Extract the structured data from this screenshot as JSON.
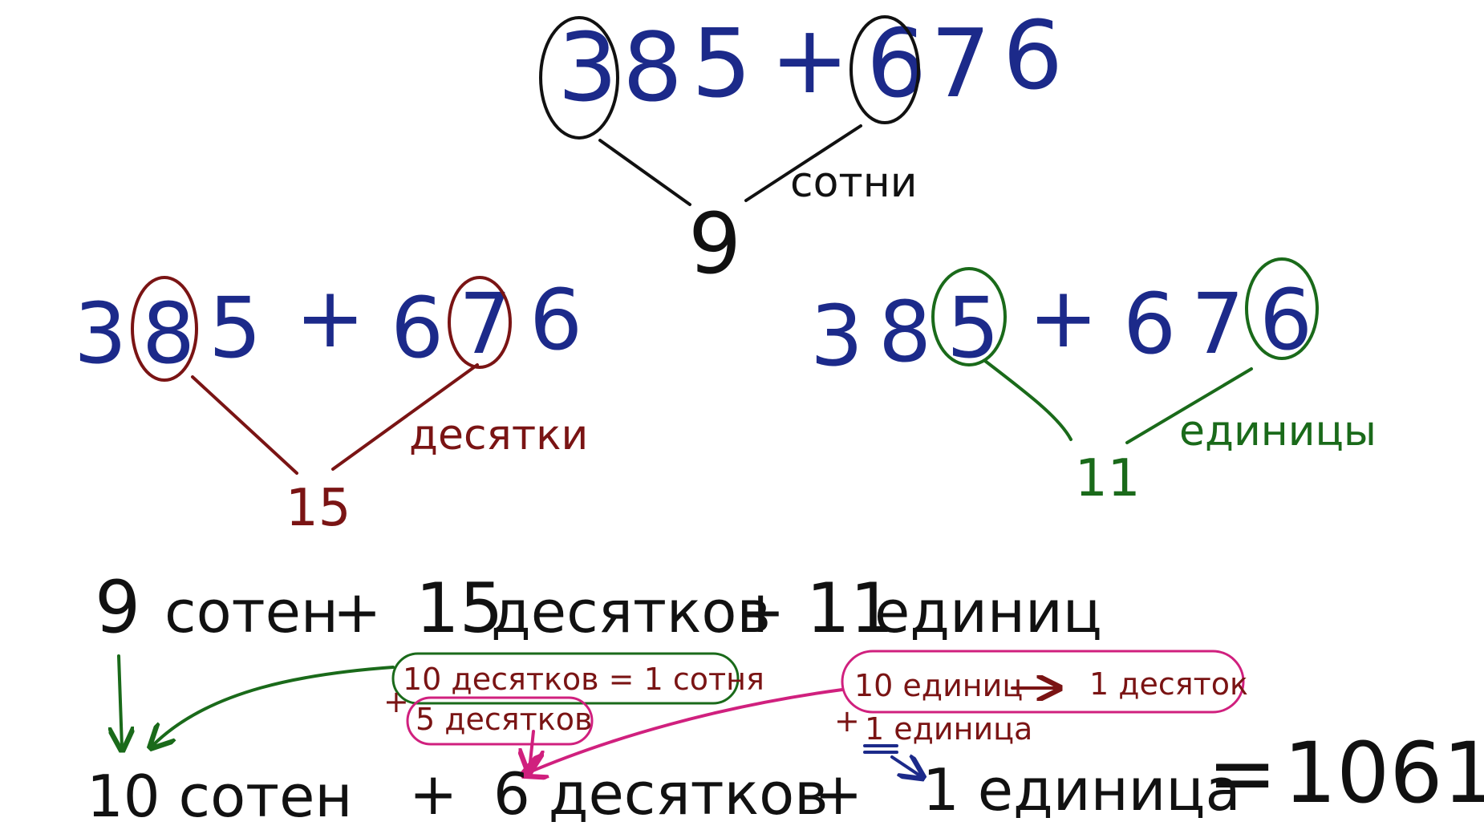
{
  "colors": {
    "digits": "#1c2a8a",
    "hundreds": "#111111",
    "tens": "#7a1414",
    "units": "#1a6a1a",
    "notes_pink": "#d0207e",
    "notes_green": "#1a6a1a"
  },
  "hundreds_panel": {
    "digits": [
      "3",
      "8",
      "5",
      "+",
      "6",
      "7",
      "6"
    ],
    "sum": "9",
    "label": "сотни"
  },
  "tens_panel": {
    "digits": [
      "3",
      "8",
      "5",
      "+",
      "6",
      "7",
      "6"
    ],
    "sum": "15",
    "label": "десятки"
  },
  "units_panel": {
    "digits": [
      "3",
      "8",
      "5",
      "+",
      "6",
      "7",
      "6"
    ],
    "sum": "11",
    "label": "единицы"
  },
  "first_row": {
    "hundreds_num": "9",
    "hundreds_word": "сотен",
    "plus1": "+",
    "tens_num": "15",
    "tens_word": "десятков",
    "plus2": "+",
    "units_num": "11",
    "units_word": "единиц"
  },
  "notes": {
    "tens_convert": "10 десятков = 1 сотня",
    "tens_rest_plus": "+",
    "tens_rest": "5 десятков",
    "units_convert_left": "10 единиц",
    "units_convert_right": "1 десяток",
    "units_rest_plus": "+",
    "units_rest": "1 единица"
  },
  "second_row": {
    "hundreds": "10 сотен",
    "plus1": "+",
    "tens": "6 десятков",
    "plus2": "+",
    "units": "1 единица",
    "equals": "=",
    "result": "1061"
  }
}
